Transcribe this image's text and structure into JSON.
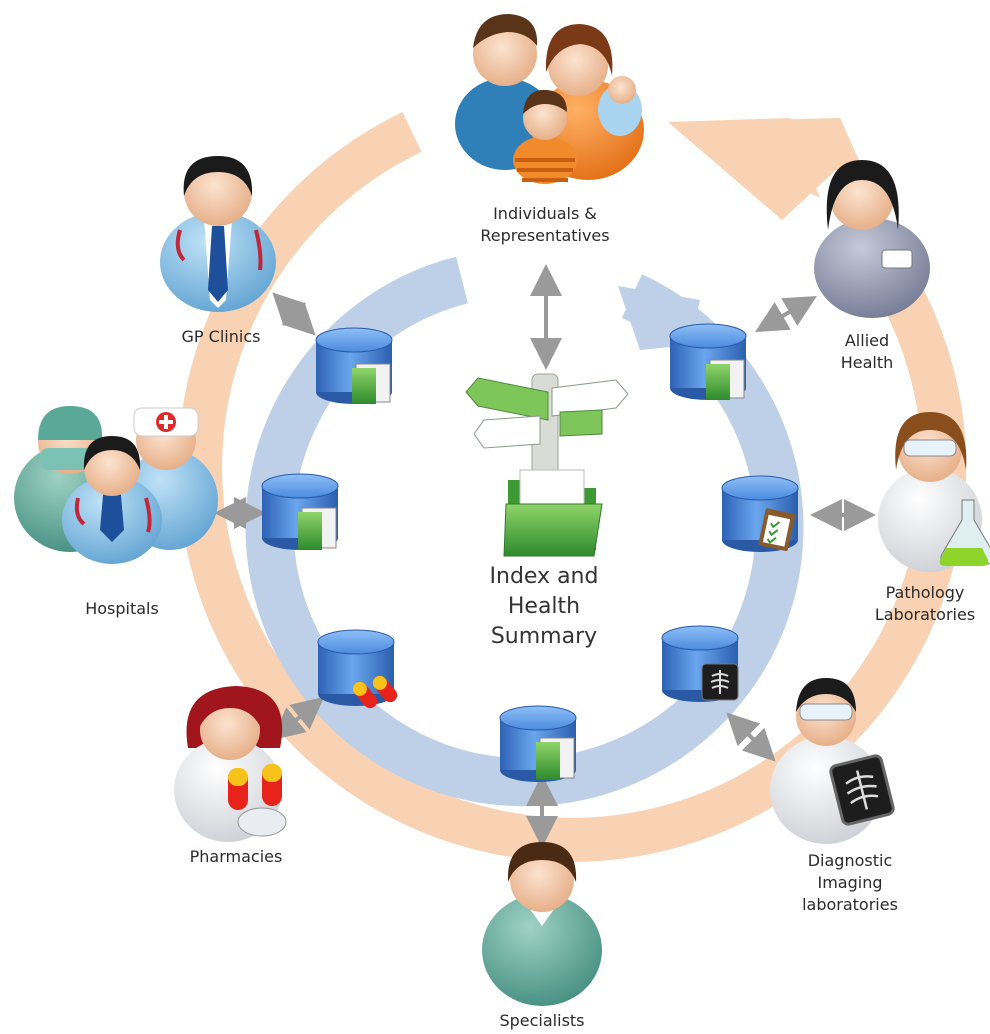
{
  "center": {
    "label_lines": [
      "Index and",
      "Health",
      "Summary"
    ],
    "signpost_icon": "signpost-icon",
    "folder_icon": "green-folder-icon"
  },
  "nodes": {
    "individuals": {
      "lines": [
        "Individuals &",
        "Representatives"
      ],
      "icon": "family-icon"
    },
    "gp": {
      "lines": [
        "GP Clinics"
      ],
      "icon": "doctor-icon"
    },
    "allied": {
      "lines": [
        "Allied",
        "Health"
      ],
      "icon": "nurse-icon"
    },
    "hospitals": {
      "lines": [
        "Hospitals"
      ],
      "icon": "hospital-staff-icon"
    },
    "pathology": {
      "lines": [
        "Pathology",
        "Laboratories"
      ],
      "icon": "lab-scientist-icon"
    },
    "pharmacies": {
      "lines": [
        "Pharmacies"
      ],
      "icon": "pharmacist-icon"
    },
    "imaging": {
      "lines": [
        "Diagnostic",
        "Imaging",
        "laboratories"
      ],
      "icon": "radiologist-icon"
    },
    "specialists": {
      "lines": [
        "Specialists"
      ],
      "icon": "specialist-icon"
    }
  },
  "colors": {
    "outer_ring": "#f9cfae",
    "inner_ring": "#b4c9e4",
    "arrow": "#999999",
    "database": "#3f7fd0",
    "text": "#2b2b2b"
  }
}
